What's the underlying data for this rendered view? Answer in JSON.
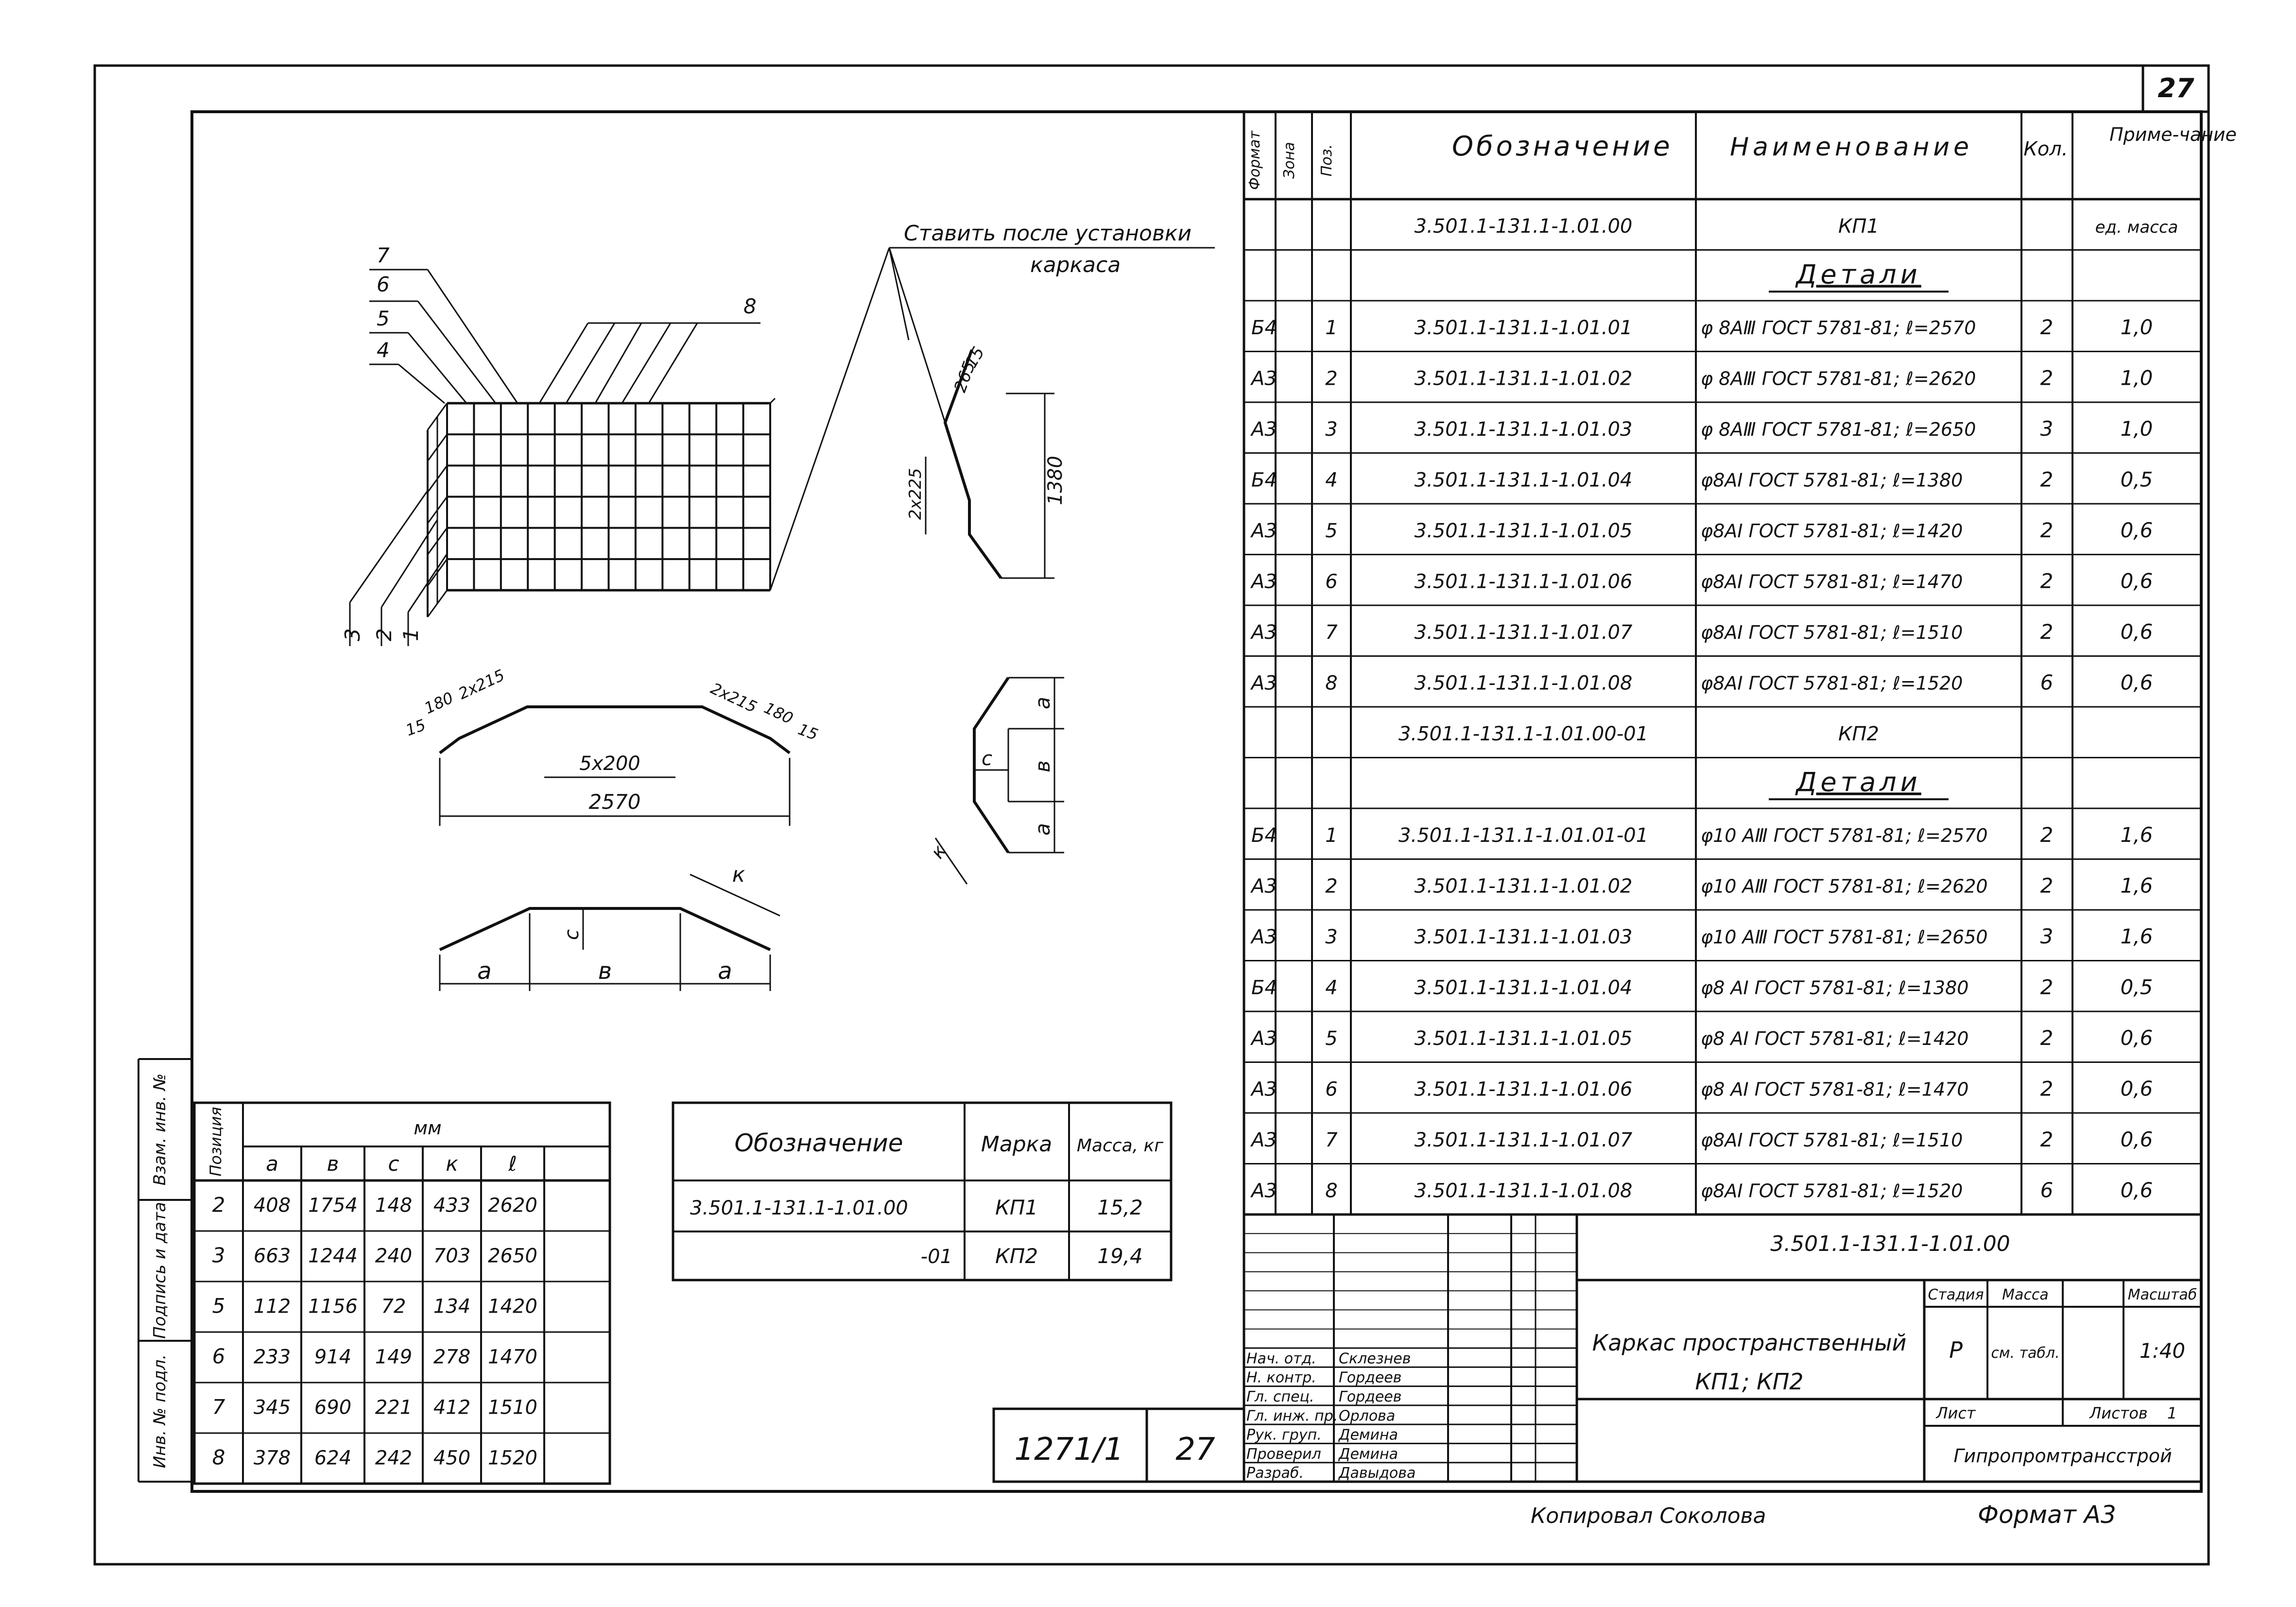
{
  "page_number": "27",
  "spec_header": {
    "format": "Формат",
    "zone": "Зона",
    "pos": "Поз.",
    "designation": "Обозначение",
    "name": "Наименование",
    "qty": "Кол.",
    "note": "Приме-чание"
  },
  "spec_rows": [
    {
      "fmt": "",
      "pos": "",
      "des": "3.501.1-131.1-1.01.00",
      "name": "КП1",
      "qty": "",
      "note": "ед. масса"
    },
    {
      "fmt": "",
      "pos": "",
      "des": "",
      "name": "Детали",
      "qty": "",
      "note": ""
    },
    {
      "fmt": "Б4",
      "pos": "1",
      "des": "3.501.1-131.1-1.01.01",
      "name": "φ 8АⅢ  ГОСТ 5781-81; ℓ=2570",
      "qty": "2",
      "note": "1,0"
    },
    {
      "fmt": "А3",
      "pos": "2",
      "des": "3.501.1-131.1-1.01.02",
      "name": "φ 8АⅢ  ГОСТ 5781-81; ℓ=2620",
      "qty": "2",
      "note": "1,0"
    },
    {
      "fmt": "А3",
      "pos": "3",
      "des": "3.501.1-131.1-1.01.03",
      "name": "φ 8АⅢ  ГОСТ 5781-81; ℓ=2650",
      "qty": "3",
      "note": "1,0"
    },
    {
      "fmt": "Б4",
      "pos": "4",
      "des": "3.501.1-131.1-1.01.04",
      "name": "φ8АI  ГОСТ 5781-81; ℓ=1380",
      "qty": "2",
      "note": "0,5"
    },
    {
      "fmt": "А3",
      "pos": "5",
      "des": "3.501.1-131.1-1.01.05",
      "name": "φ8АI  ГОСТ 5781-81; ℓ=1420",
      "qty": "2",
      "note": "0,6"
    },
    {
      "fmt": "А3",
      "pos": "6",
      "des": "3.501.1-131.1-1.01.06",
      "name": "φ8АI  ГОСТ 5781-81; ℓ=1470",
      "qty": "2",
      "note": "0,6"
    },
    {
      "fmt": "А3",
      "pos": "7",
      "des": "3.501.1-131.1-1.01.07",
      "name": "φ8АI  ГОСТ 5781-81; ℓ=1510",
      "qty": "2",
      "note": "0,6"
    },
    {
      "fmt": "А3",
      "pos": "8",
      "des": "3.501.1-131.1-1.01.08",
      "name": "φ8АI  ГОСТ 5781-81; ℓ=1520",
      "qty": "6",
      "note": "0,6"
    },
    {
      "fmt": "",
      "pos": "",
      "des": "3.501.1-131.1-1.01.00-01",
      "name": "КП2",
      "qty": "",
      "note": ""
    },
    {
      "fmt": "",
      "pos": "",
      "des": "",
      "name": "Детали",
      "qty": "",
      "note": ""
    },
    {
      "fmt": "Б4",
      "pos": "1",
      "des": "3.501.1-131.1-1.01.01-01",
      "name": "φ10 АⅢ ГОСТ 5781-81; ℓ=2570",
      "qty": "2",
      "note": "1,6"
    },
    {
      "fmt": "А3",
      "pos": "2",
      "des": "3.501.1-131.1-1.01.02",
      "name": "φ10 АⅢ ГОСТ 5781-81; ℓ=2620",
      "qty": "2",
      "note": "1,6"
    },
    {
      "fmt": "А3",
      "pos": "3",
      "des": "3.501.1-131.1-1.01.03",
      "name": "φ10 АⅢ ГОСТ 5781-81; ℓ=2650",
      "qty": "3",
      "note": "1,6"
    },
    {
      "fmt": "Б4",
      "pos": "4",
      "des": "3.501.1-131.1-1.01.04",
      "name": "φ8 АI ГОСТ 5781-81; ℓ=1380",
      "qty": "2",
      "note": "0,5"
    },
    {
      "fmt": "А3",
      "pos": "5",
      "des": "3.501.1-131.1-1.01.05",
      "name": "φ8 АI ГОСТ 5781-81; ℓ=1420",
      "qty": "2",
      "note": "0,6"
    },
    {
      "fmt": "А3",
      "pos": "6",
      "des": "3.501.1-131.1-1.01.06",
      "name": "φ8 АI ГОСТ 5781-81; ℓ=1470",
      "qty": "2",
      "note": "0,6"
    },
    {
      "fmt": "А3",
      "pos": "7",
      "des": "3.501.1-131.1-1.01.07",
      "name": "φ8АI ГОСТ 5781-81; ℓ=1510",
      "qty": "2",
      "note": "0,6"
    },
    {
      "fmt": "А3",
      "pos": "8",
      "des": "3.501.1-131.1-1.01.08",
      "name": "φ8АI ГОСТ 5781-81; ℓ=1520",
      "qty": "6",
      "note": "0,6"
    }
  ],
  "title_block": {
    "code": "3.501.1-131.1-1.01.00",
    "title_line1": "Каркас  пространственный",
    "title_line2": "КП1; КП2",
    "stage_label": "Стадия",
    "mass_label": "Масса",
    "scale_label": "Масштаб",
    "stage": "Р",
    "mass": "см. табл.",
    "scale": "1:40",
    "sheet_label": "Лист",
    "sheets_label": "Листов",
    "sheets": "1",
    "org": "Гипропромтрансстрой",
    "roles": [
      {
        "role": "Нач. отд.",
        "name": "Склезнев"
      },
      {
        "role": "Н. контр.",
        "name": "Гордеев"
      },
      {
        "role": "Гл. спец.",
        "name": "Гордеев"
      },
      {
        "role": "Гл. инж. пр.",
        "name": "Орлова"
      },
      {
        "role": "Рук. груп.",
        "name": "Демина"
      },
      {
        "role": "Проверил",
        "name": "Демина"
      },
      {
        "role": "Разраб.",
        "name": "Давыдова"
      }
    ]
  },
  "dims_table": {
    "pos_header": "Позиция",
    "unit": "мм",
    "cols": [
      "а",
      "в",
      "с",
      "к",
      "ℓ"
    ],
    "rows": [
      {
        "pos": "2",
        "a": "408",
        "b": "1754",
        "c": "148",
        "k": "433",
        "l": "2620"
      },
      {
        "pos": "3",
        "a": "663",
        "b": "1244",
        "c": "240",
        "k": "703",
        "l": "2650"
      },
      {
        "pos": "5",
        "a": "112",
        "b": "1156",
        "c": "72",
        "k": "134",
        "l": "1420"
      },
      {
        "pos": "6",
        "a": "233",
        "b": "914",
        "c": "149",
        "k": "278",
        "l": "1470"
      },
      {
        "pos": "7",
        "a": "345",
        "b": "690",
        "c": "221",
        "k": "412",
        "l": "1510"
      },
      {
        "pos": "8",
        "a": "378",
        "b": "624",
        "c": "242",
        "k": "450",
        "l": "1520"
      }
    ]
  },
  "mass_table": {
    "h_des": "Обозначение",
    "h_mark": "Марка",
    "h_mass": "Масса, кг",
    "rows": [
      {
        "des": "3.501.1-131.1-1.01.00",
        "mark": "КП1",
        "mass": "15,2"
      },
      {
        "des": "-01",
        "mark": "КП2",
        "mass": "19,4"
      }
    ]
  },
  "side_labels": [
    "Взам. инв. №",
    "Подпись и дата",
    "Инв. № подл."
  ],
  "stamp": {
    "number": "1271/1",
    "sheet": "27"
  },
  "footer": {
    "copied": "Копировал  Соколова",
    "format": "Формат  А3"
  },
  "drawing": {
    "callout": "Ставить после установки",
    "callout2": "каркаса",
    "leader_labels": [
      "7",
      "6",
      "5",
      "4",
      "8",
      "3",
      "2",
      "1"
    ],
    "dim_1380": "1380",
    "dim_2x225v": "2х225",
    "dim_265": "265",
    "dim_15a": "15",
    "bent_dims": [
      "15",
      "180",
      "2х215",
      "2х215",
      "180",
      "15"
    ],
    "dim_5x200": "5х200",
    "dim_2570": "2570",
    "bar_a1": "а",
    "bar_b": "в",
    "bar_a2": "а",
    "bar_c": "с",
    "bar_k": "к",
    "side_a1": "а",
    "side_b": "в",
    "side_a2": "а",
    "side_c": "с",
    "side_k": "к"
  }
}
